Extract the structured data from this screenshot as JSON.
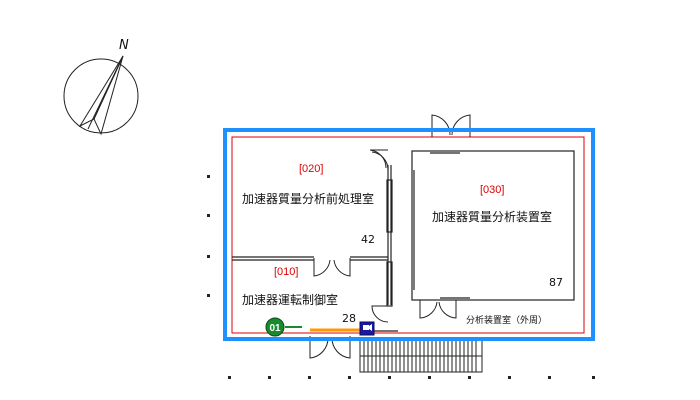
{
  "compass": {
    "north_label": "N"
  },
  "rooms": [
    {
      "id": "pre",
      "code": "[020]",
      "name": "加速器質量分析前処理室",
      "area": "42"
    },
    {
      "id": "ctrl",
      "code": "[010]",
      "name": "加速器運転制御室",
      "area": "28"
    },
    {
      "id": "main",
      "code": "[030]",
      "name": "加速器質量分析装置室",
      "area": "87"
    }
  ],
  "perimeter_label": "分析装置室（外周）",
  "marker": {
    "label": "01"
  },
  "colors": {
    "highlight": "#1e90ff",
    "perimeter": "#e00000",
    "marker": "#1a8a2e",
    "corridor": "#ff9900",
    "camera": "#1a1aa0",
    "walls": "#222222"
  }
}
